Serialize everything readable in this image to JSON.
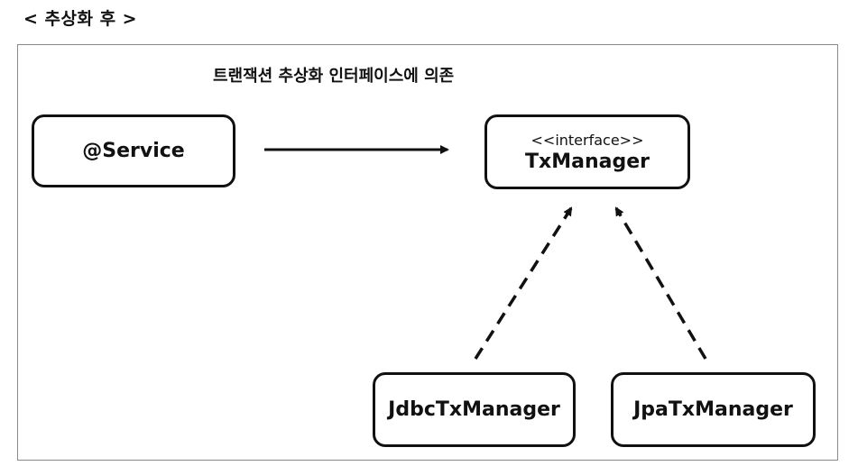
{
  "heading": "< 추상화 후 >",
  "caption": "트랜잭션 추상화 인터페이스에 의존",
  "nodes": {
    "service": {
      "label": "@Service"
    },
    "interface": {
      "stereotype": "<<interface>>",
      "label": "TxManager"
    },
    "jdbc": {
      "label": "JdbcTxManager"
    },
    "jpa": {
      "label": "JpaTxManager"
    }
  },
  "edges": [
    {
      "from": "service",
      "to": "interface",
      "style": "solid"
    },
    {
      "from": "jdbc",
      "to": "interface",
      "style": "dashed"
    },
    {
      "from": "jpa",
      "to": "interface",
      "style": "dashed"
    }
  ]
}
